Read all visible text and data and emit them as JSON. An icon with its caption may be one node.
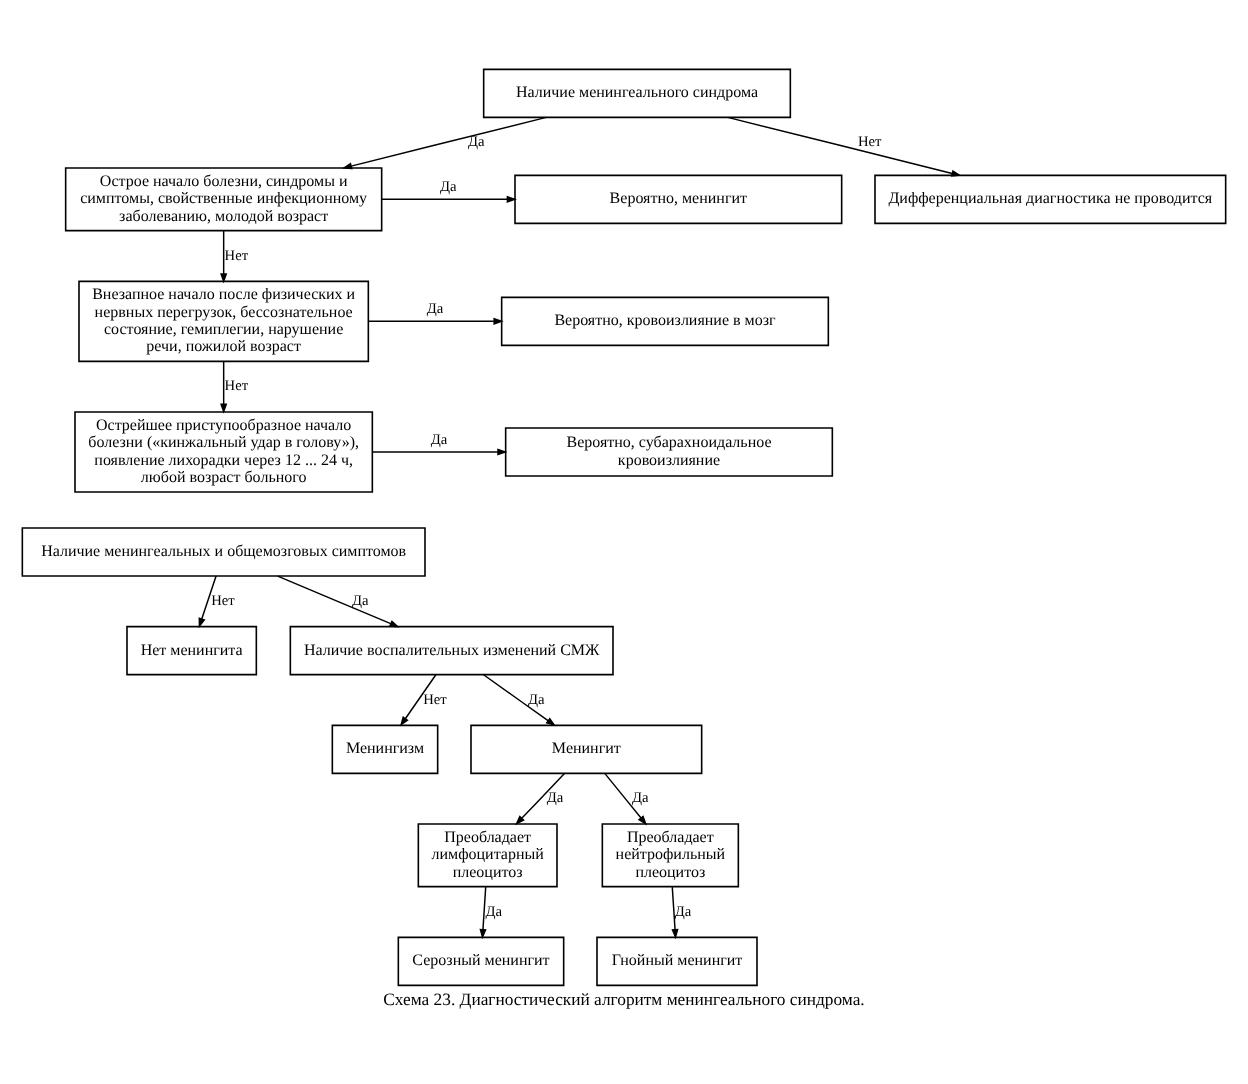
{
  "diagram": {
    "caption": "Схема 23. Диагностический алгоритм менингеального синдрома.",
    "nodes": [
      {
        "text": [
          "Наличие менингеального синдрома"
        ]
      },
      {
        "text": [
          "Острое начало болезни, синдромы и симптомы, свойственные инфекционному заболеванию, молодой возраст"
        ]
      },
      {
        "text": [
          "Дифференциальная диагностика не проводится"
        ]
      },
      {
        "text": [
          "Вероятно, менингит"
        ]
      },
      {
        "text": [
          "Внезапное начало после физических и нервных перегрузок, бессознательное состояние, гемиплегии, нарушение речи, пожилой возраст"
        ]
      },
      {
        "text": [
          "Вероятно, кровоизлияние в мозг"
        ]
      },
      {
        "text": [
          "Острейшее приступообразное начало болезни («кинжальный удар в голову»), появление лихорадки через 12 ... 24 ч, любой возраст больного"
        ]
      },
      {
        "text": [
          "Вероятно, субарахноидальное кровоизлияние"
        ]
      },
      {
        "text": [
          "Наличие менингеальных и общемозговых симптомов"
        ]
      },
      {
        "text": [
          "Нет менингита"
        ]
      },
      {
        "text": [
          "Наличие воспалительных изменений СМЖ"
        ]
      },
      {
        "text": [
          "Менингизм"
        ]
      },
      {
        "text": [
          "Менингит"
        ]
      },
      {
        "text": [
          "Преобладает лимфоцитарный плеоцитоз"
        ]
      },
      {
        "text": [
          "Преобладает нейтрофильный плеоцитоз"
        ]
      },
      {
        "text": [
          "Серозный менингит"
        ]
      },
      {
        "text": [
          "Гнойный менингит"
        ]
      }
    ],
    "edges": [
      {
        "from": 0,
        "to": 1,
        "arrow": "to",
        "label": "Да"
      },
      {
        "from": 0,
        "to": 2,
        "arrow": "to",
        "label": "Нет"
      },
      {
        "from": 1,
        "to": 3,
        "arrow": "to",
        "label": "Да"
      },
      {
        "from": 1,
        "to": 4,
        "arrow": "to",
        "label": "Нет"
      },
      {
        "from": 4,
        "to": 5,
        "arrow": "to",
        "label": "Да"
      },
      {
        "from": 4,
        "to": 6,
        "arrow": "to",
        "label": "Нет"
      },
      {
        "from": 6,
        "to": 7,
        "arrow": "to",
        "label": "Да"
      },
      {
        "from": 8,
        "to": 9,
        "arrow": "to",
        "label": "Нет"
      },
      {
        "from": 8,
        "to": 10,
        "arrow": "to",
        "label": "Да"
      },
      {
        "from": 10,
        "to": 11,
        "arrow": "to",
        "label": "Нет"
      },
      {
        "from": 10,
        "to": 12,
        "arrow": "to",
        "label": "Да"
      },
      {
        "from": 12,
        "to": 13,
        "arrow": "to",
        "label": "Да"
      },
      {
        "from": 12,
        "to": 14,
        "arrow": "to",
        "label": "Да"
      },
      {
        "from": 13,
        "to": 15,
        "arrow": "to",
        "label": "Да"
      },
      {
        "from": 14,
        "to": 16,
        "arrow": "to",
        "label": "Да"
      }
    ]
  }
}
